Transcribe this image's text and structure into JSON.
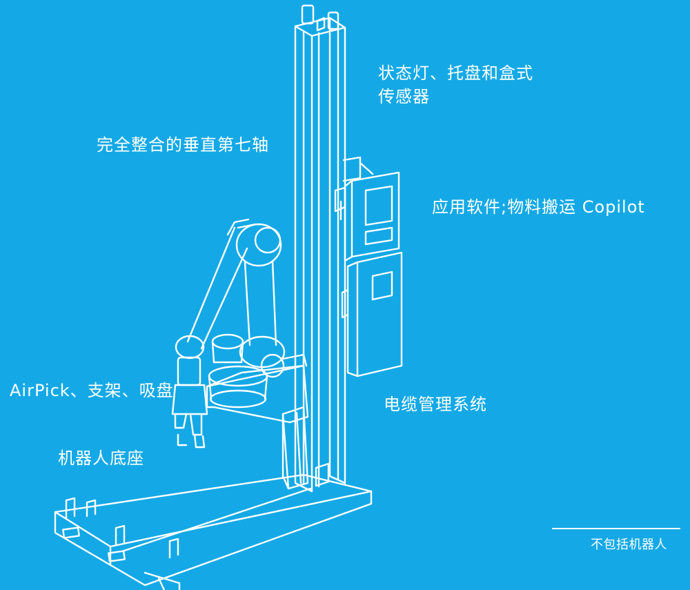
{
  "colors": {
    "background": "#14a9e6",
    "line": "#ffffff"
  },
  "labels": {
    "status_light_line1": "状态灯、托盘和盒式",
    "status_light_line2": "传感器",
    "vertical_axis": "完全整合的垂直第七轴",
    "software": "应用软件;物料搬运 Copilot",
    "airpick": "AirPick、支架、吸盘",
    "cable_management": "电缆管理系统",
    "robot_base": "机器人底座",
    "footnote": "不包括机器人"
  }
}
